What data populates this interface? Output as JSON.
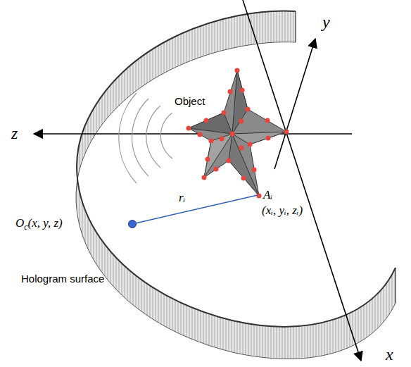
{
  "diagram": {
    "labels": [
      "y",
      "z",
      "Object",
      "rᵢ",
      "Aᵢ",
      "(xᵢ, yᵢ, zᵢ)",
      "Oc(x, y, z)",
      "Hologram surface",
      "x"
    ]
  }
}
